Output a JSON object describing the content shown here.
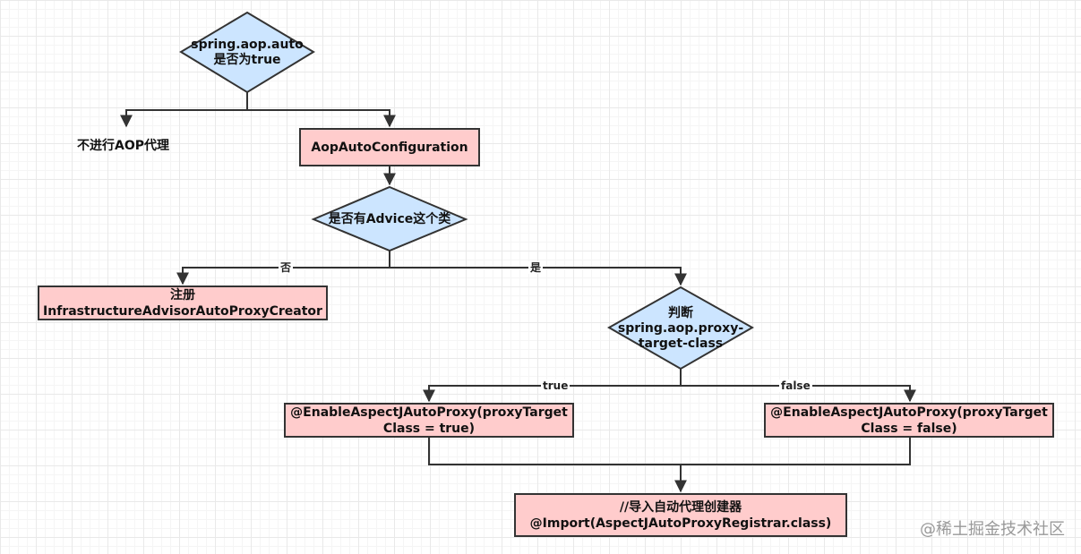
{
  "nodes": {
    "d_auto": "spring.aop.auto\n是否为true",
    "no_aop": "不进行AOP代理",
    "aop_config": "AopAutoConfiguration",
    "d_advice": "是否有Advice这个类",
    "infra_creator": "注册\nInfrastructureAdvisorAutoProxyCreator",
    "d_proxy": "判断\nspring.aop.proxy-\ntarget-class",
    "enable_true": "@EnableAspectJAutoProxy(proxyTarget\nClass = true)",
    "enable_false": "@EnableAspectJAutoProxy(proxyTarget\nClass = false)",
    "import_registrar": "//导入自动代理创建器\n@Import(AspectJAutoProxyRegistrar.class)"
  },
  "edge_labels": {
    "no": "否",
    "yes": "是",
    "true": "true",
    "false": "false"
  },
  "colors": {
    "box_fill": "#ffcccc",
    "decision_fill": "#cce5ff",
    "stroke": "#333333"
  },
  "watermark": "@稀土掘金技术社区"
}
